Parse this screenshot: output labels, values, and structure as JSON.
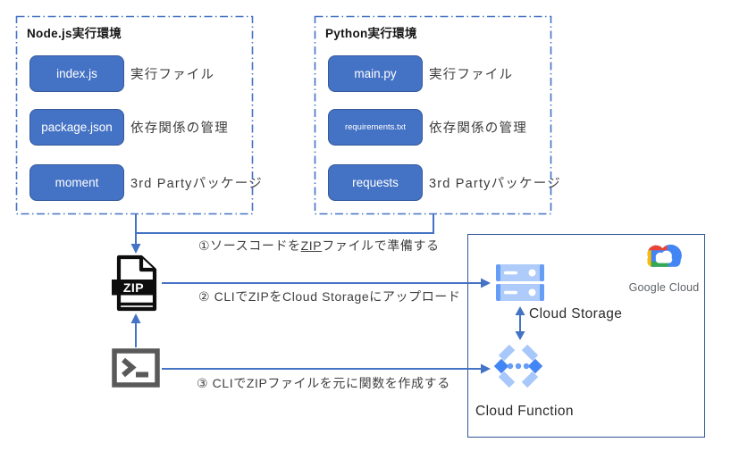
{
  "node_env": {
    "title": "Node.js実行環境",
    "files": [
      {
        "name": "index.js",
        "description": "実行ファイル"
      },
      {
        "name": "package.json",
        "description": "依存関係の管理"
      },
      {
        "name": "moment",
        "description": "3rd Partyパッケージ"
      }
    ]
  },
  "python_env": {
    "title": "Python実行環境",
    "files": [
      {
        "name": "main.py",
        "description": "実行ファイル"
      },
      {
        "name": "requirements.txt",
        "description": "依存関係の管理"
      },
      {
        "name": "requests",
        "description": "3rd Partyパッケージ"
      }
    ]
  },
  "steps": {
    "step1_pre": "①ソースコードを",
    "step1_zip": "ZIP",
    "step1_post": "ファイルで準備する",
    "step2": "② CLIでZIPをCloud Storageにアップロード",
    "step3": "③ CLIでZIPファイルを元に関数を作成する"
  },
  "zip": {
    "label": "ZIP"
  },
  "google_cloud": {
    "logo_text": "Google Cloud",
    "storage_label": "Cloud Storage",
    "function_label": "Cloud Function"
  },
  "colors": {
    "accent_blue": "#4472C4",
    "button_border": "#35599C",
    "gcloud_box_border": "#2F5496",
    "gcp_light_blue": "#AECBFA",
    "gcp_mid_blue": "#669DF6",
    "gcp_blue": "#4285F4",
    "gcp_red": "#EA4335",
    "gcp_yellow": "#FBBC04",
    "gcp_green": "#34A853",
    "logo_text_gray": "#5F6368"
  }
}
